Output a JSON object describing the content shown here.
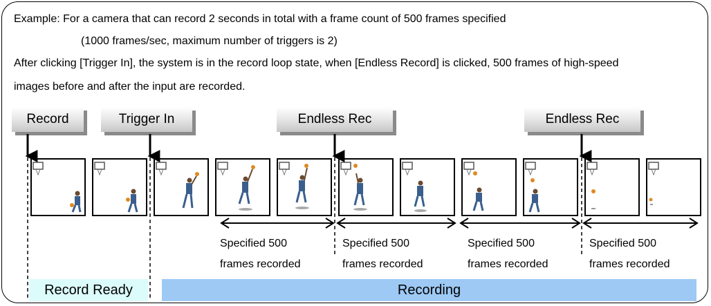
{
  "text": {
    "line1": "Example:  For a camera that can record 2 seconds in total with a frame count of 500 frames specified",
    "line2": "(1000 frames/sec, maximum number of triggers is 2)",
    "line3": "After clicking [Trigger In], the system is in the record loop state, when [Endless Record] is clicked, 500 frames of high-speed",
    "line4": "images before and after the input are recorded."
  },
  "buttons": {
    "record": "Record",
    "trigger_in": "Trigger In",
    "endless_rec_1": "Endless Rec",
    "endless_rec_2": "Endless Rec"
  },
  "spans": [
    {
      "line1": "Specified 500",
      "line2": "frames recorded"
    },
    {
      "line1": "Specified 500",
      "line2": "frames recorded"
    },
    {
      "line1": "Specified 500",
      "line2": "frames recorded"
    },
    {
      "line1": "Specified 500",
      "line2": "frames recorded"
    }
  ],
  "states": {
    "record_ready": "Record Ready",
    "recording": "Recording"
  },
  "colors": {
    "record_ready_bg": "#dcfbfb",
    "recording_bg": "#9dc9f4",
    "player_jersey": "#3b5f8c",
    "ball": "#e08a22"
  }
}
